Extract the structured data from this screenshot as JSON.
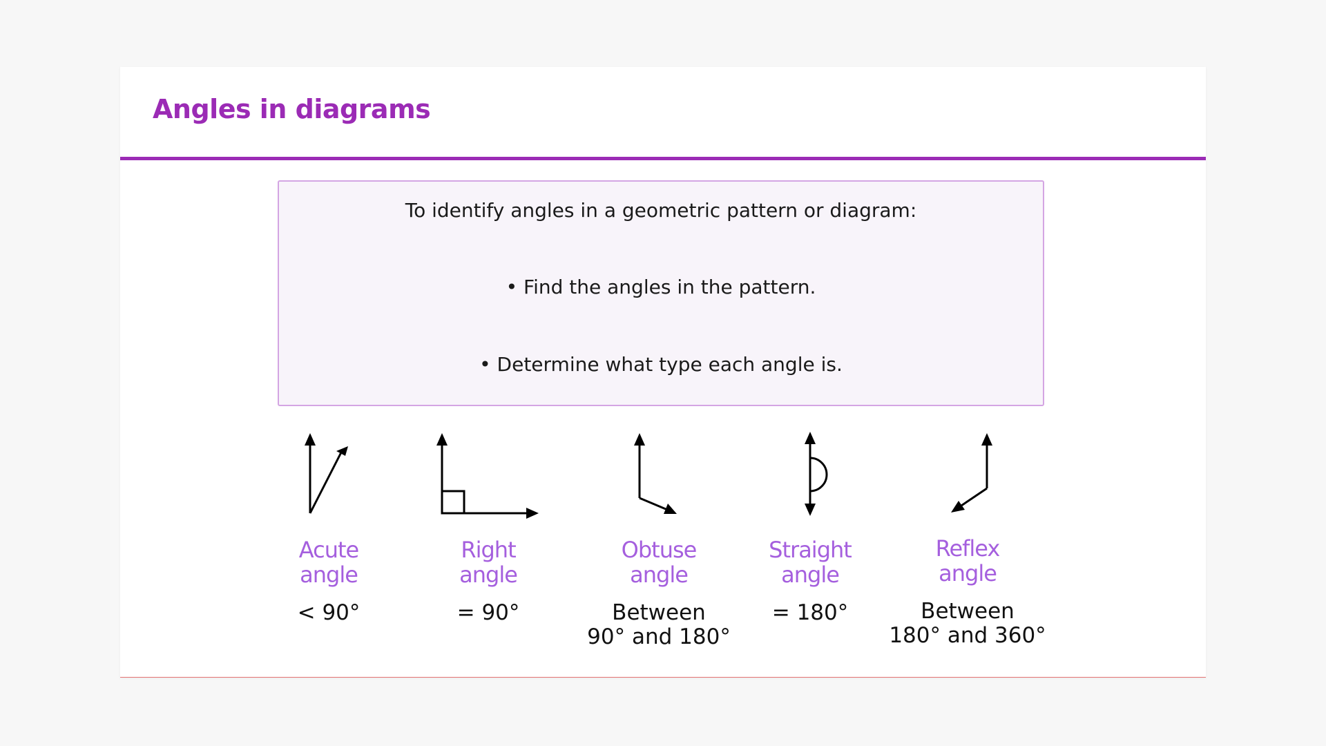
{
  "header": {
    "title": "Angles in diagrams"
  },
  "info_box": {
    "heading": "To identify angles in a geometric pattern or diagram:",
    "bullets": [
      "• Find the angles in the pattern.",
      "• Determine what type each angle is."
    ]
  },
  "angle_types": [
    {
      "name_line1": "Acute",
      "name_line2": "angle",
      "range_line1": "< 90°",
      "range_line2": ""
    },
    {
      "name_line1": "Right",
      "name_line2": "angle",
      "range_line1": "= 90°",
      "range_line2": ""
    },
    {
      "name_line1": "Obtuse",
      "name_line2": "angle",
      "range_line1": "Between",
      "range_line2": "90° and 180°"
    },
    {
      "name_line1": "Straight",
      "name_line2": "angle",
      "range_line1": "= 180°",
      "range_line2": ""
    },
    {
      "name_line1": "Reflex",
      "name_line2": "angle",
      "range_line1": "Between",
      "range_line2": "180° and 360°"
    }
  ],
  "colors": {
    "title": "#9b2bb5",
    "rule": "#9b2bb5",
    "label": "#a55fde",
    "box_border": "#d4a5e3",
    "box_fill": "#f8f4fa"
  }
}
